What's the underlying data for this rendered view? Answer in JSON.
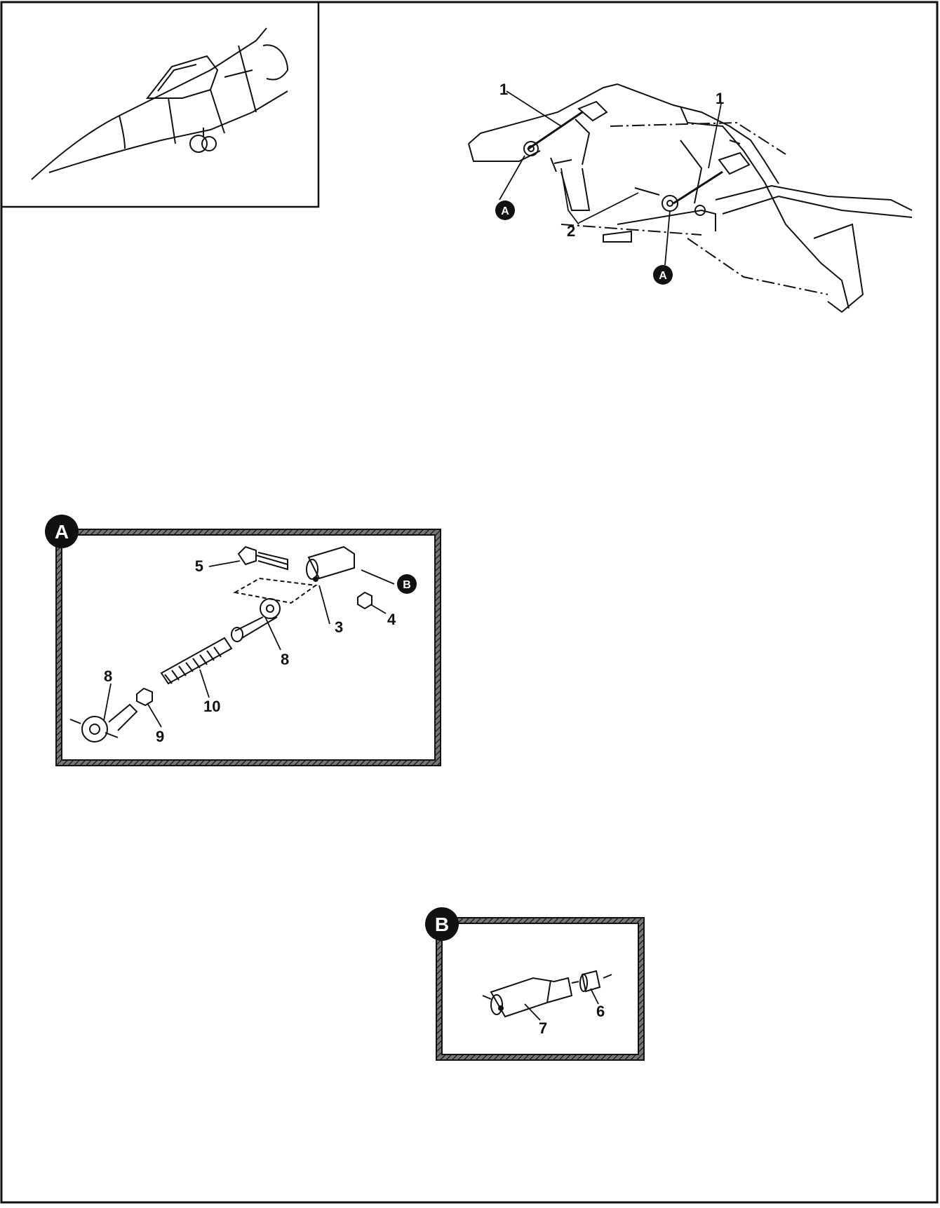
{
  "figure": {
    "callouts": {
      "c1a": "1",
      "c1b": "1",
      "c2": "2",
      "c3": "3",
      "c4": "4",
      "c5": "5",
      "c6": "6",
      "c7": "7",
      "c8a": "8",
      "c8b": "8",
      "c9": "9",
      "c10": "10"
    },
    "detail_refs": {
      "a_main_left": "A",
      "a_main_right": "A",
      "a_detail": "A",
      "b_ref": "B",
      "b_detail": "B"
    }
  },
  "colors": {
    "ink": "#111111",
    "paper": "#ffffff",
    "hatch": "#555555"
  }
}
